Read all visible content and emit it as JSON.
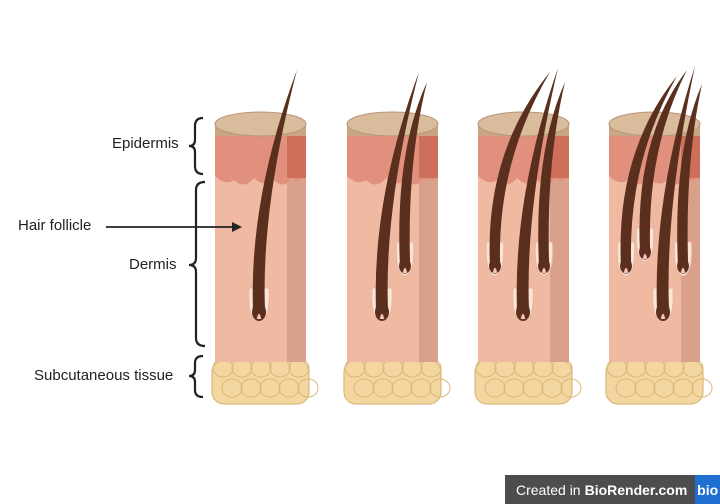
{
  "labels": {
    "epidermis": "Epidermis",
    "hair_follicle": "Hair follicle",
    "dermis": "Dermis",
    "subcutaneous": "Subcutaneous tissue"
  },
  "badge": {
    "prefix": "Created in",
    "brand": "BioRender.com",
    "logo": "bio"
  },
  "skin_sections": [
    {
      "hair_count": 1
    },
    {
      "hair_count": 2
    },
    {
      "hair_count": 3
    },
    {
      "hair_count": 4
    }
  ],
  "colors": {
    "epidermis_top": "#d9bc9c",
    "epidermis": "#e0907c",
    "dermis": "#f0b9a2",
    "dermis_side": "#d9a08b",
    "fat": "#f3d6a0",
    "hair": "#5b2f1d"
  }
}
